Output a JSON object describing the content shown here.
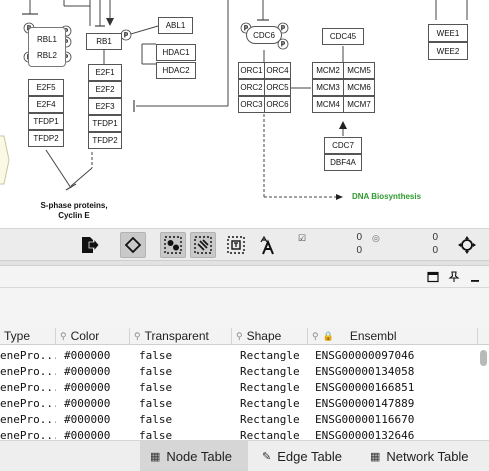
{
  "network": {
    "rb_complex": {
      "p1": "RBL1",
      "p2": "RBL2"
    },
    "rb1": "RB1",
    "abl1": "ABL1",
    "hdac": [
      "HDAC1",
      "HDAC2"
    ],
    "e2f_left": [
      "E2F5",
      "E2F4",
      "TFDP1",
      "TFDP2"
    ],
    "e2f_right": [
      "E2F1",
      "E2F2",
      "E2F3",
      "TFDP1",
      "TFDP2"
    ],
    "cdc6": "CDC6",
    "orc": [
      "ORC1",
      "ORC4",
      "ORC2",
      "ORC5",
      "ORC3",
      "ORC6"
    ],
    "cdc45": "CDC45",
    "mcm": [
      "MCM2",
      "MCM5",
      "MCM3",
      "MCM6",
      "MCM4",
      "MCM7"
    ],
    "cdc7_complex": [
      "CDC7",
      "DBF4A"
    ],
    "wee": [
      "WEE1",
      "WEE2"
    ],
    "phospho": "P",
    "sphase_label": "S-phase proteins, Cyclin E",
    "sphase_line1": "S-phase proteins,",
    "sphase_line2": "Cyclin E",
    "dna_label": "DNA Biosynthesis"
  },
  "toolbar": {
    "buttons": [
      "export-icon",
      "diamond-select-icon",
      "node-select-icon",
      "edge-select-icon",
      "annotation-select-icon",
      "text-select-icon",
      "navigate-icon"
    ],
    "selected_nodes": "0",
    "total_nodes": "0",
    "selected_edges": "0",
    "total_edges": "0"
  },
  "table": {
    "columns": [
      {
        "label": "Type",
        "icon": ""
      },
      {
        "label": "Color",
        "icon": "hierarchy-icon"
      },
      {
        "label": "Transparent",
        "icon": "hierarchy-icon"
      },
      {
        "label": "Shape",
        "icon": "hierarchy-icon"
      },
      {
        "label": "Ensembl",
        "icon": "lock-icon"
      }
    ],
    "rows": [
      [
        "enePro...",
        "#000000",
        "false",
        "Rectangle",
        "ENSG00000097046"
      ],
      [
        "enePro...",
        "#000000",
        "false",
        "Rectangle",
        "ENSG00000134058"
      ],
      [
        "enePro...",
        "#000000",
        "false",
        "Rectangle",
        "ENSG00000166851"
      ],
      [
        "enePro...",
        "#000000",
        "false",
        "Rectangle",
        "ENSG00000147889"
      ],
      [
        "enePro...",
        "#000000",
        "false",
        "Rectangle",
        "ENSG00000116670"
      ],
      [
        "enePro...",
        "#000000",
        "false",
        "Rectangle",
        "ENSG00000132646"
      ]
    ]
  },
  "tabs": [
    {
      "label": "Node Table",
      "icon": "table-icon",
      "active": true
    },
    {
      "label": "Edge Table",
      "icon": "edit-icon",
      "active": false
    },
    {
      "label": "Network Table",
      "icon": "table-icon",
      "active": false
    }
  ],
  "colors": {
    "accent_green": "#2e9a2e",
    "selected_tab": "#d6d6d6"
  }
}
